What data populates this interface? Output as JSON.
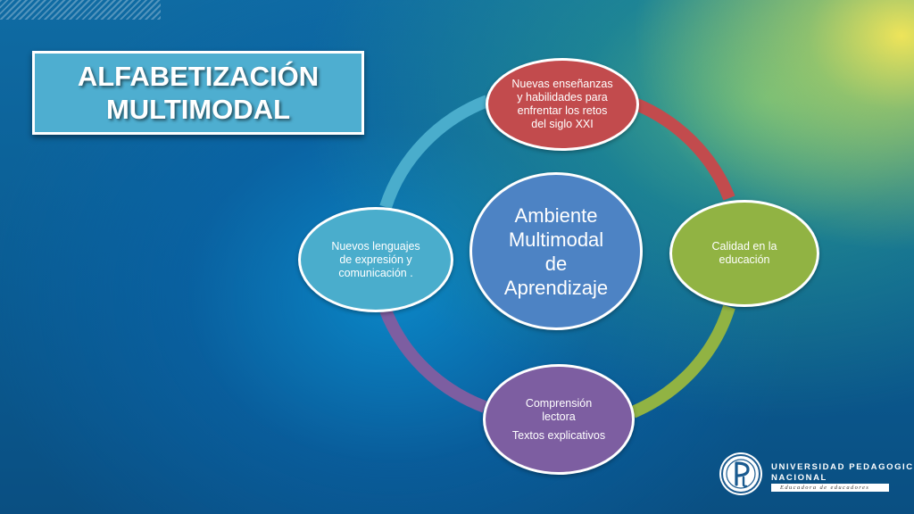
{
  "title": {
    "line1": "ALFABETIZACIÓN",
    "line2": "MULTIMODAL"
  },
  "center": {
    "lines": [
      "Ambiente",
      "Multimodal",
      "de",
      "Aprendizaje"
    ]
  },
  "nodes": {
    "top": {
      "lines": [
        "Nuevas enseñanzas",
        "y habilidades para",
        "enfrentar los retos",
        "del siglo XXI"
      ]
    },
    "right": {
      "lines": [
        "Calidad en la",
        "educación"
      ]
    },
    "bottom": {
      "lines": [
        "Comprensión",
        "lectora",
        "Textos explicativos"
      ]
    },
    "left": {
      "lines": [
        "Nuevos lenguajes",
        "de expresión y",
        "comunicación ."
      ]
    }
  },
  "logo": {
    "name_line1": "UNIVERSIDAD PEDAGOGICA",
    "name_line2": "NACIONAL",
    "motto": "Educadora de educadores"
  },
  "colors": {
    "title_box": "#4eaed0",
    "center": "#4d83c4",
    "top": "#c24b4d",
    "right": "#91b343",
    "bottom": "#7d5ea1",
    "left": "#4aadcc"
  }
}
